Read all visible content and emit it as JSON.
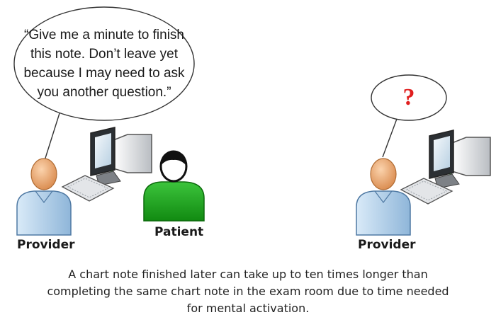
{
  "left_panel": {
    "speech_bubble_text": "“Give me a minute to finish this note. Don’t leave yet because I may need to ask you another question.”",
    "provider_label": "Provider",
    "patient_label": "Patient"
  },
  "right_panel": {
    "thought_bubble_text": "?",
    "provider_label": "Provider"
  },
  "caption": "A chart note finished later can take up to ten times longer than completing the same chart note in the exam room due to time needed for mental activation.",
  "colors": {
    "question_mark": "#e01e1e",
    "patient_shirt": "#22a322",
    "provider_shirt": "#b9d6ee",
    "provider_head": "#e8a46a"
  }
}
